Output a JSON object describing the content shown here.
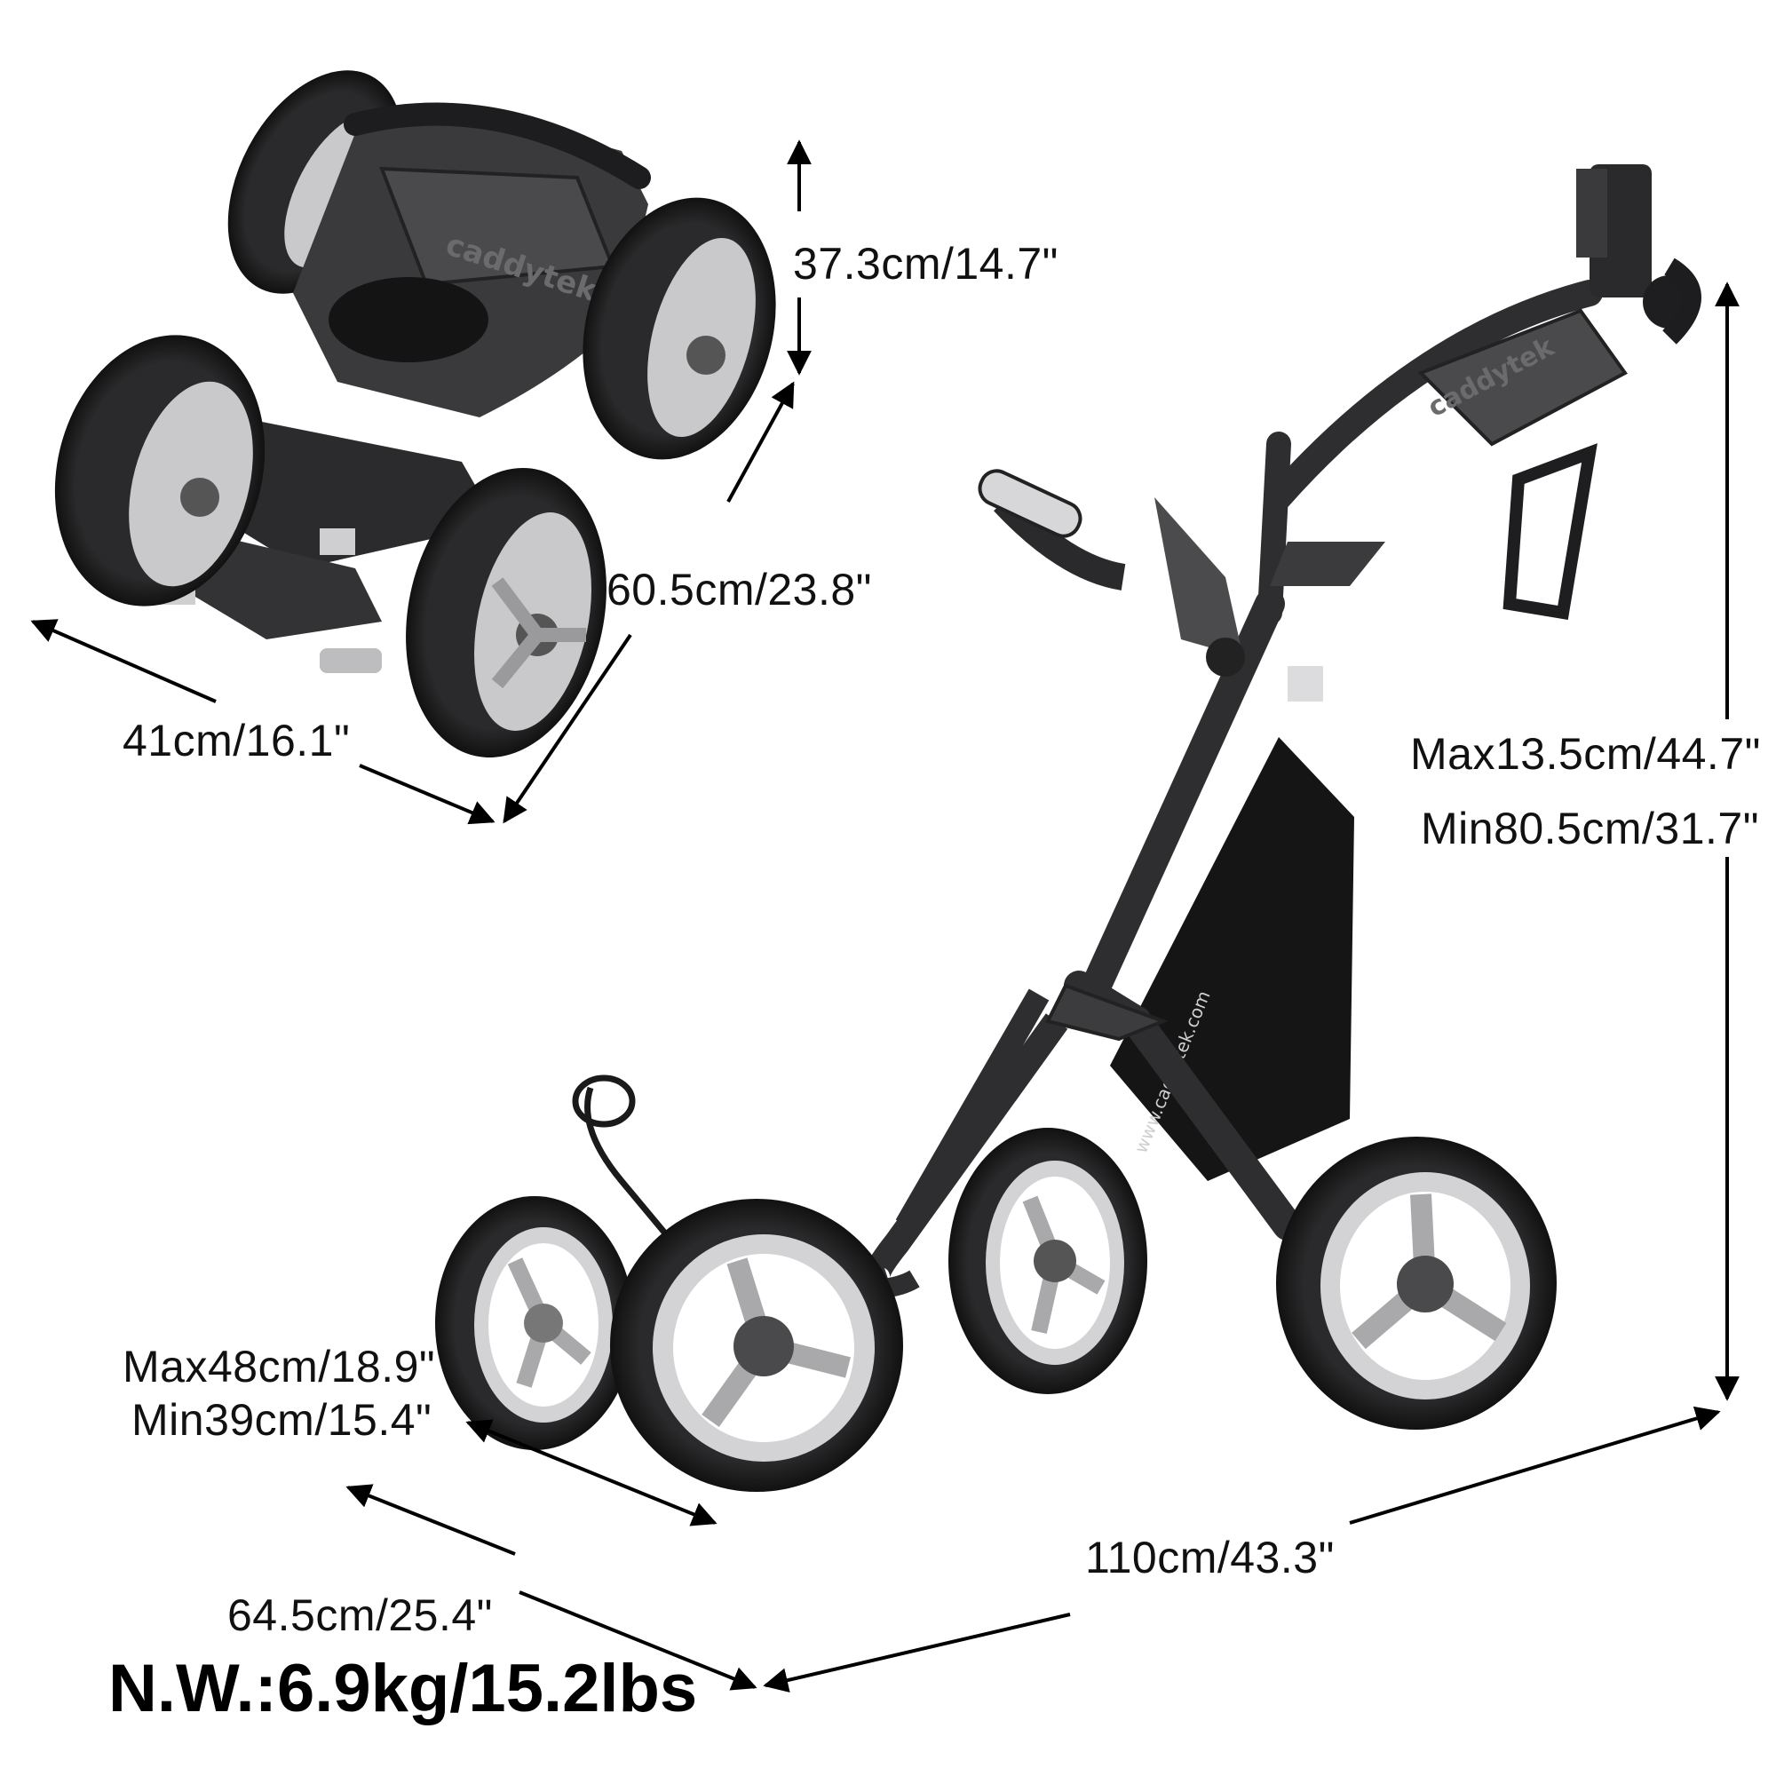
{
  "dimensions": {
    "folded_height": "37.3cm/14.7\"",
    "folded_length": "60.5cm/23.8\"",
    "folded_width": "41cm/16.1\"",
    "handle_height_max": "Max13.5cm/44.7\"",
    "handle_height_min": "Min80.5cm/31.7\"",
    "wheelbase_max": "Max48cm/18.9\"",
    "wheelbase_min": "Min39cm/15.4\"",
    "open_width": "64.5cm/25.4\"",
    "open_length": "110cm/43.3\""
  },
  "net_weight": "N.W.:6.9kg/15.2lbs",
  "brand": {
    "logo_text": "caddytek",
    "url_text": "www.caddytek.com"
  },
  "colors": {
    "frame": "#2e2e30",
    "tire": "#1c1c1e",
    "rim": "#c9c9cb",
    "hub": "#9a9a9c",
    "arrow": "#000000"
  }
}
